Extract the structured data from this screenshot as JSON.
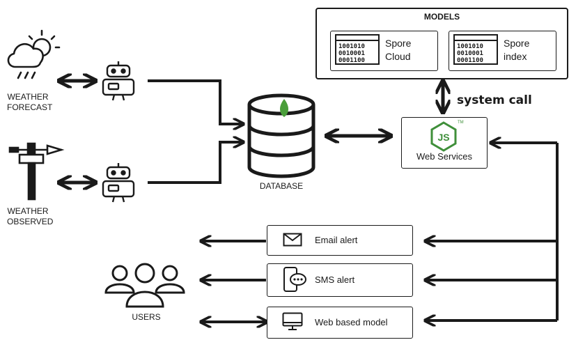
{
  "sources": {
    "forecast_label_1": "WEATHER",
    "forecast_label_2": "FORECAST",
    "observed_label_1": "WEATHER",
    "observed_label_2": "OBSERVED"
  },
  "database": {
    "label": "DATABASE"
  },
  "models": {
    "title": "MODELS",
    "items": [
      {
        "line1": "Spore",
        "line2": "Cloud",
        "code": [
          "1001010",
          "0010001",
          "0001100"
        ]
      },
      {
        "line1": "Spore",
        "line2": "index",
        "code": [
          "1001010",
          "0010001",
          "0001100"
        ]
      }
    ]
  },
  "system_call": "system call",
  "web_services": {
    "label": "Web Services",
    "logo_text": "JS",
    "tm": "TM"
  },
  "alerts": [
    {
      "label": "Email alert"
    },
    {
      "label": "SMS alert"
    },
    {
      "label": "Web based model"
    }
  ],
  "users": {
    "label": "USERS"
  },
  "colors": {
    "stroke": "#1a1a1a",
    "node_green": "#3f8f3a",
    "leaf_green": "#4a9e3a"
  },
  "icons": [
    "weather-cloud-sun-rain-icon",
    "robot-icon",
    "anemometer-icon",
    "database-icon",
    "leaf-icon",
    "nodejs-icon",
    "envelope-icon",
    "phone-chat-icon",
    "monitor-icon",
    "users-icon"
  ]
}
